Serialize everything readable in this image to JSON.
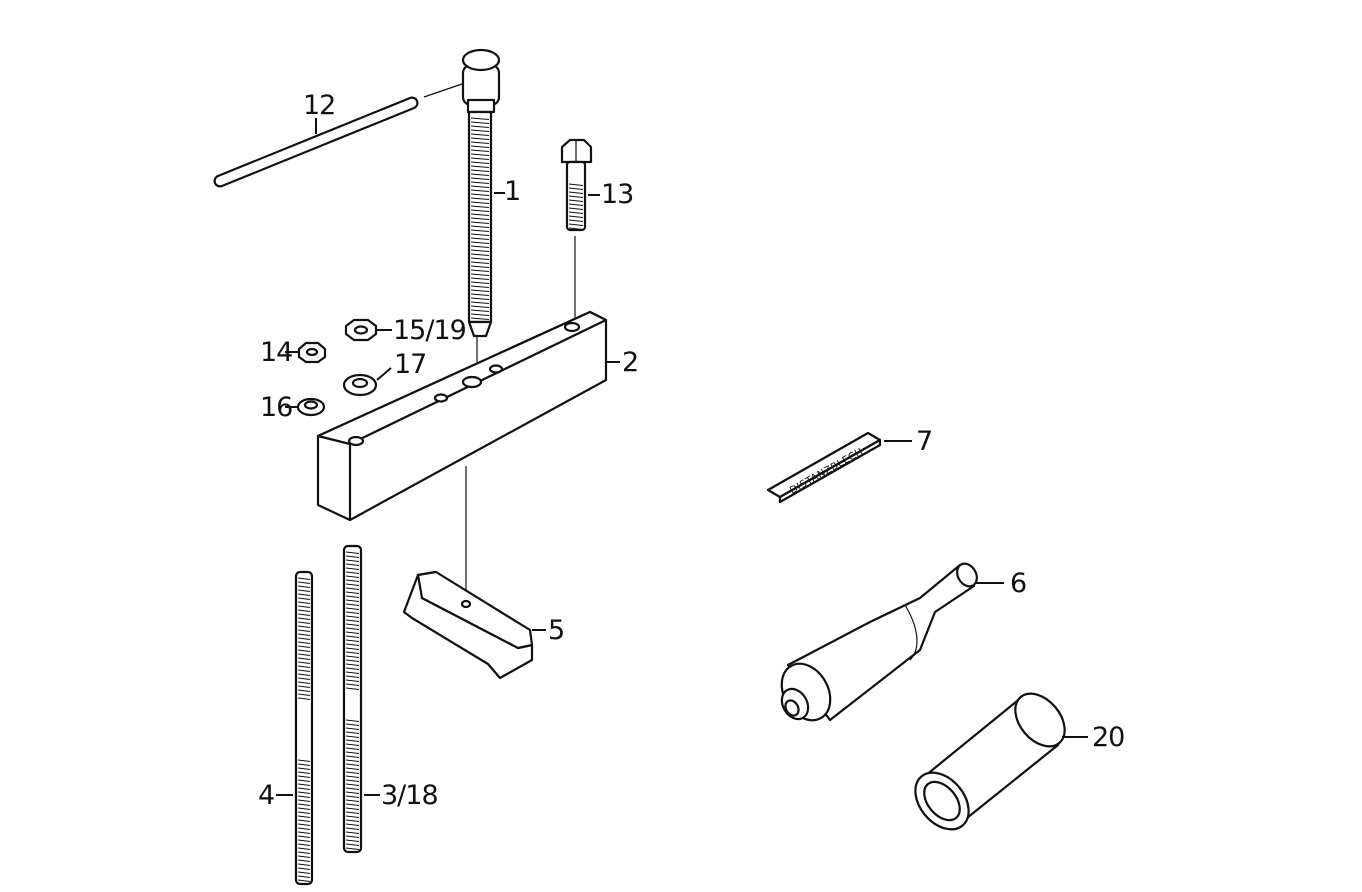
{
  "labels": {
    "l1": "1",
    "l2": "2",
    "l3_18": "3/18",
    "l4": "4",
    "l5": "5",
    "l6": "6",
    "l7": "7",
    "l12": "12",
    "l13": "13",
    "l14": "14",
    "l15_19": "15/19",
    "l16": "16",
    "l17": "17",
    "l20": "20"
  },
  "plate_text": "DISTANZBLECH"
}
